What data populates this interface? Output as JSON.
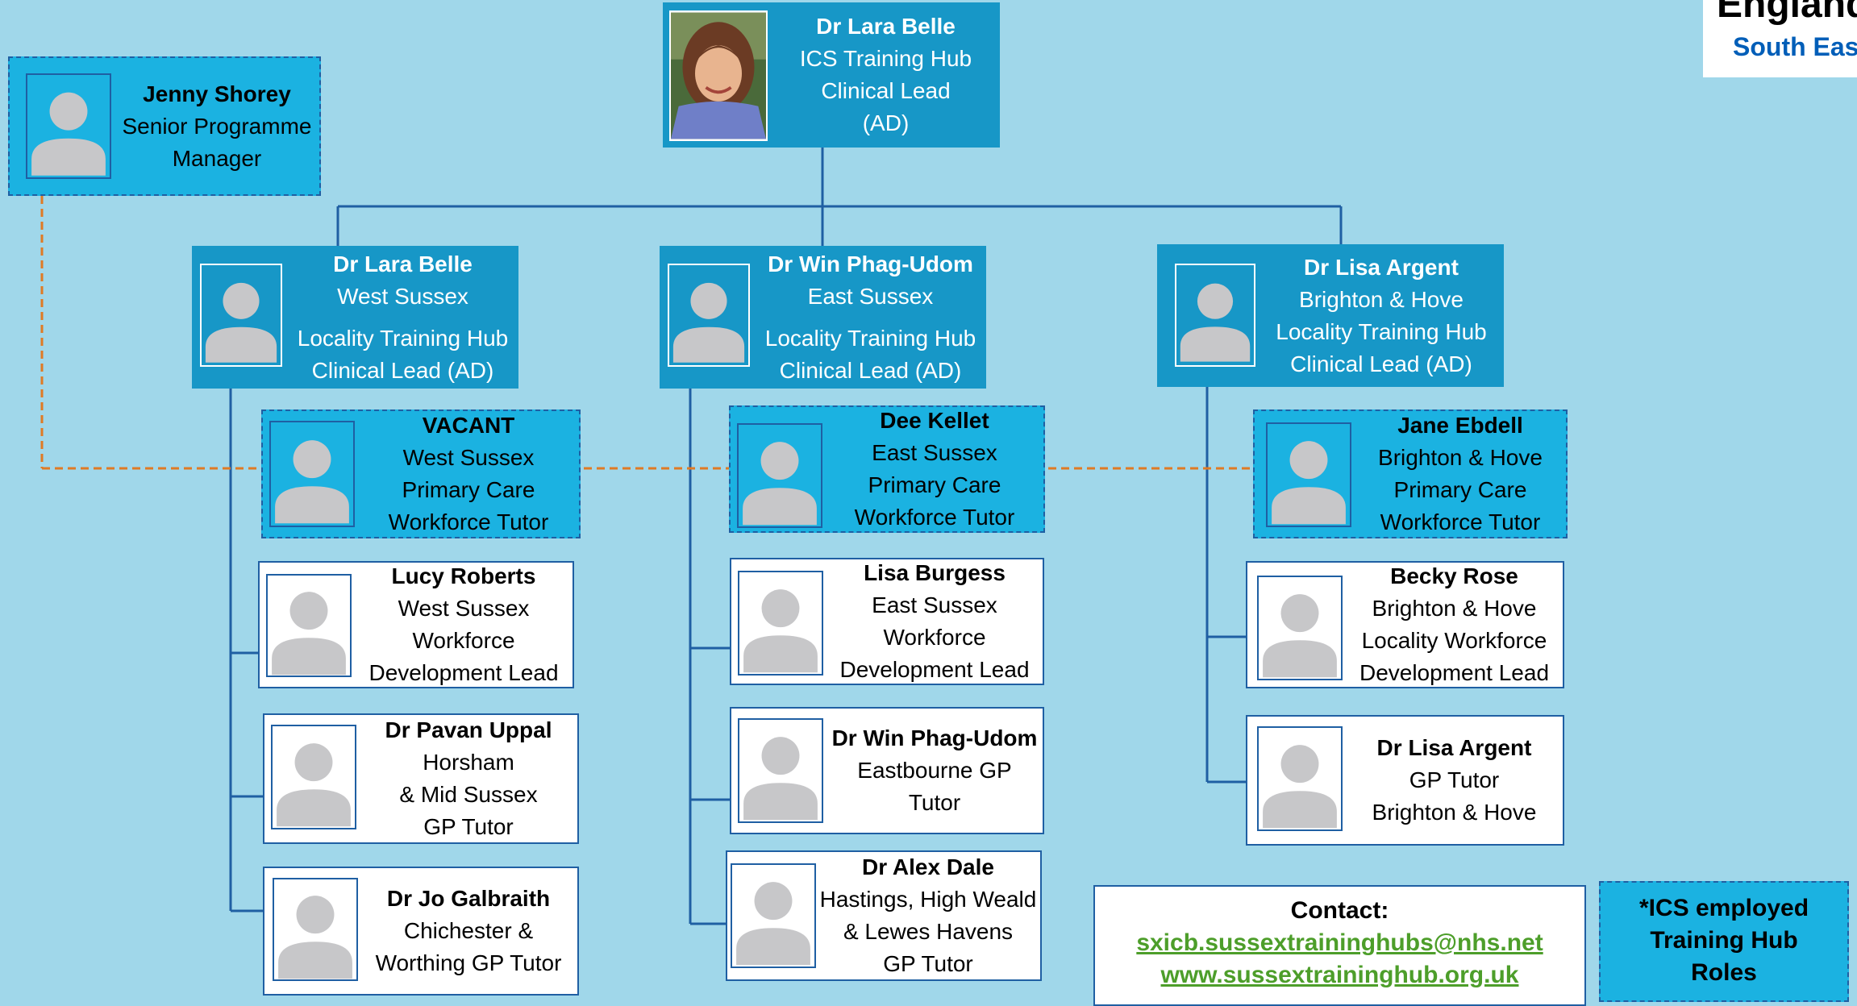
{
  "logo": {
    "line1": "England",
    "line2": "South East"
  },
  "top": {
    "name": "Dr Lara Belle",
    "line1": "ICS Training Hub",
    "line2": "Clinical Lead",
    "line3": "(AD)"
  },
  "jenny": {
    "name": "Jenny Shorey",
    "line1": "Senior Programme",
    "line2": "Manager"
  },
  "west": {
    "lead": {
      "name": "Dr Lara Belle",
      "line1": "West Sussex",
      "line2": "Locality Training Hub",
      "line3": "Clinical Lead (AD)"
    },
    "tutor": {
      "name": "VACANT",
      "line1": "West Sussex",
      "line2": "Primary Care",
      "line3": "Workforce Tutor"
    },
    "wdl": {
      "name": "Lucy Roberts",
      "line1": "West Sussex",
      "line2": "Workforce",
      "line3": "Development Lead"
    },
    "gp1": {
      "name": "Dr Pavan Uppal",
      "line1": "Horsham",
      "line2": "& Mid Sussex",
      "line3": "GP Tutor"
    },
    "gp2": {
      "name": "Dr Jo Galbraith",
      "line1": "Chichester &",
      "line2": "Worthing GP Tutor"
    }
  },
  "east": {
    "lead": {
      "name": "Dr Win Phag-Udom",
      "line1": "East Sussex",
      "line2": "Locality Training Hub",
      "line3": "Clinical Lead (AD)"
    },
    "tutor": {
      "name": "Dee Kellet",
      "line1": "East Sussex",
      "line2": "Primary Care",
      "line3": "Workforce Tutor"
    },
    "wdl": {
      "name": "Lisa Burgess",
      "line1": "East Sussex",
      "line2": "Workforce",
      "line3": "Development Lead"
    },
    "gp1": {
      "name": "Dr Win Phag-Udom",
      "line1": "Eastbourne GP",
      "line2": "Tutor"
    },
    "gp2": {
      "name": "Dr Alex Dale",
      "line1": "Hastings, High Weald",
      "line2": "& Lewes Havens",
      "line3": "GP Tutor"
    }
  },
  "brighton": {
    "lead": {
      "name": "Dr Lisa Argent",
      "line1": "Brighton & Hove",
      "line2": "Locality Training Hub",
      "line3": "Clinical Lead (AD)"
    },
    "tutor": {
      "name": "Jane Ebdell",
      "line1": "Brighton & Hove",
      "line2": "Primary Care",
      "line3": "Workforce Tutor"
    },
    "wdl": {
      "name": "Becky Rose",
      "line1": "Brighton & Hove",
      "line2": "Locality Workforce",
      "line3": "Development Lead"
    },
    "gp1": {
      "name": "Dr Lisa Argent",
      "line1": "GP Tutor",
      "line2": "Brighton & Hove"
    }
  },
  "contact": {
    "title": "Contact:",
    "email": "sxicb.sussextraininghubs@nhs.net",
    "website": "www.sussextraininghub.org.uk"
  },
  "ics_note": {
    "line1": "*ICS employed",
    "line2": "Training Hub",
    "line3": "Roles"
  },
  "colors": {
    "background": "#a0d7ea",
    "dark_card": "#1797c7",
    "light_card": "#1bb2e1",
    "line_blue": "#1f5fa3",
    "line_orange": "#e07a24",
    "link_green": "#4d9e2a"
  },
  "icons": {
    "person": "person-silhouette-icon",
    "photo": "profile-photo"
  }
}
